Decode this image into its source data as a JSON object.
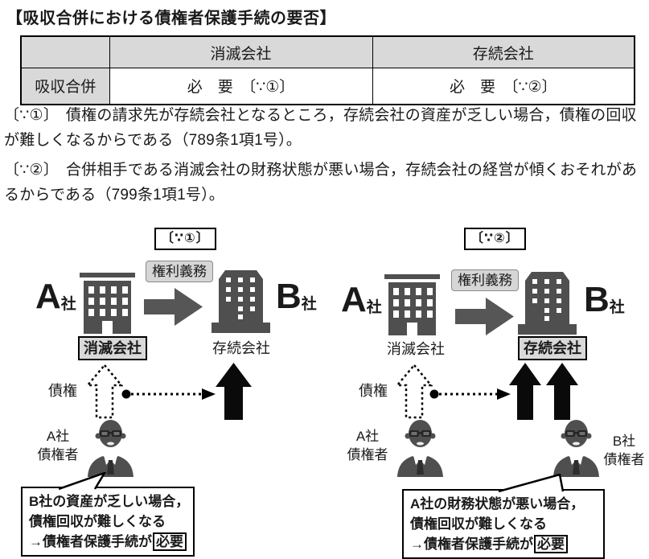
{
  "page": {
    "title": "【吸収合併における債権者保護手続の要否】"
  },
  "table": {
    "corner": "",
    "col_headers": [
      "消滅会社",
      "存続会社"
    ],
    "row_header": "吸収合併",
    "cells": [
      "必　要　〔∵①〕",
      "必　要　〔∵②〕"
    ]
  },
  "notes": [
    {
      "label": "〔∵①〕",
      "text": "債権の請求先が存続会社となるところ，存続会社の資産が乏しい場合，債権の回収が難しくなるからである（789条1項1号）。"
    },
    {
      "label": "〔∵②〕",
      "text": "合併相手である消滅会社の財務状態が悪い場合，存続会社の経営が傾くおそれがあるからである（799条1項1号）。"
    }
  ],
  "diagram": {
    "left": {
      "reason_tag": "〔∵①〕",
      "rights_label": "権利義務",
      "company_a_letter": "A",
      "company_a_suffix": "社",
      "company_b_letter": "B",
      "company_b_suffix": "社",
      "disappearing_label": "消滅会社",
      "surviving_label": "存続会社",
      "claim_label": "債権",
      "creditor_line1": "A社",
      "creditor_line2": "債権者",
      "callout_line1": "B社の資産が乏しい場合，",
      "callout_line2": "債権回収が難しくなる",
      "callout_line3": "→債権者保護手続が",
      "callout_emphasis": "必要"
    },
    "right": {
      "reason_tag": "〔∵②〕",
      "rights_label": "権利義務",
      "company_a_letter": "A",
      "company_a_suffix": "社",
      "company_b_letter": "B",
      "company_b_suffix": "社",
      "disappearing_label": "消滅会社",
      "surviving_label": "存続会社",
      "claim_label": "債権",
      "creditor_a_line1": "A社",
      "creditor_a_line2": "債権者",
      "creditor_b_line1": "B社",
      "creditor_b_line2": "債権者",
      "callout_line1": "A社の財務状態が悪い場合，",
      "callout_line2": "債権回収が難しくなる",
      "callout_line3": "→債権者保護手続が",
      "callout_emphasis": "必要"
    }
  },
  "colors": {
    "icon_gray": "#4f4f4f",
    "arrow_gray": "#565656",
    "label_bg_gray": "#d9d9d9",
    "table_header_bg": "#d9d9d9",
    "ink": "#000000"
  }
}
